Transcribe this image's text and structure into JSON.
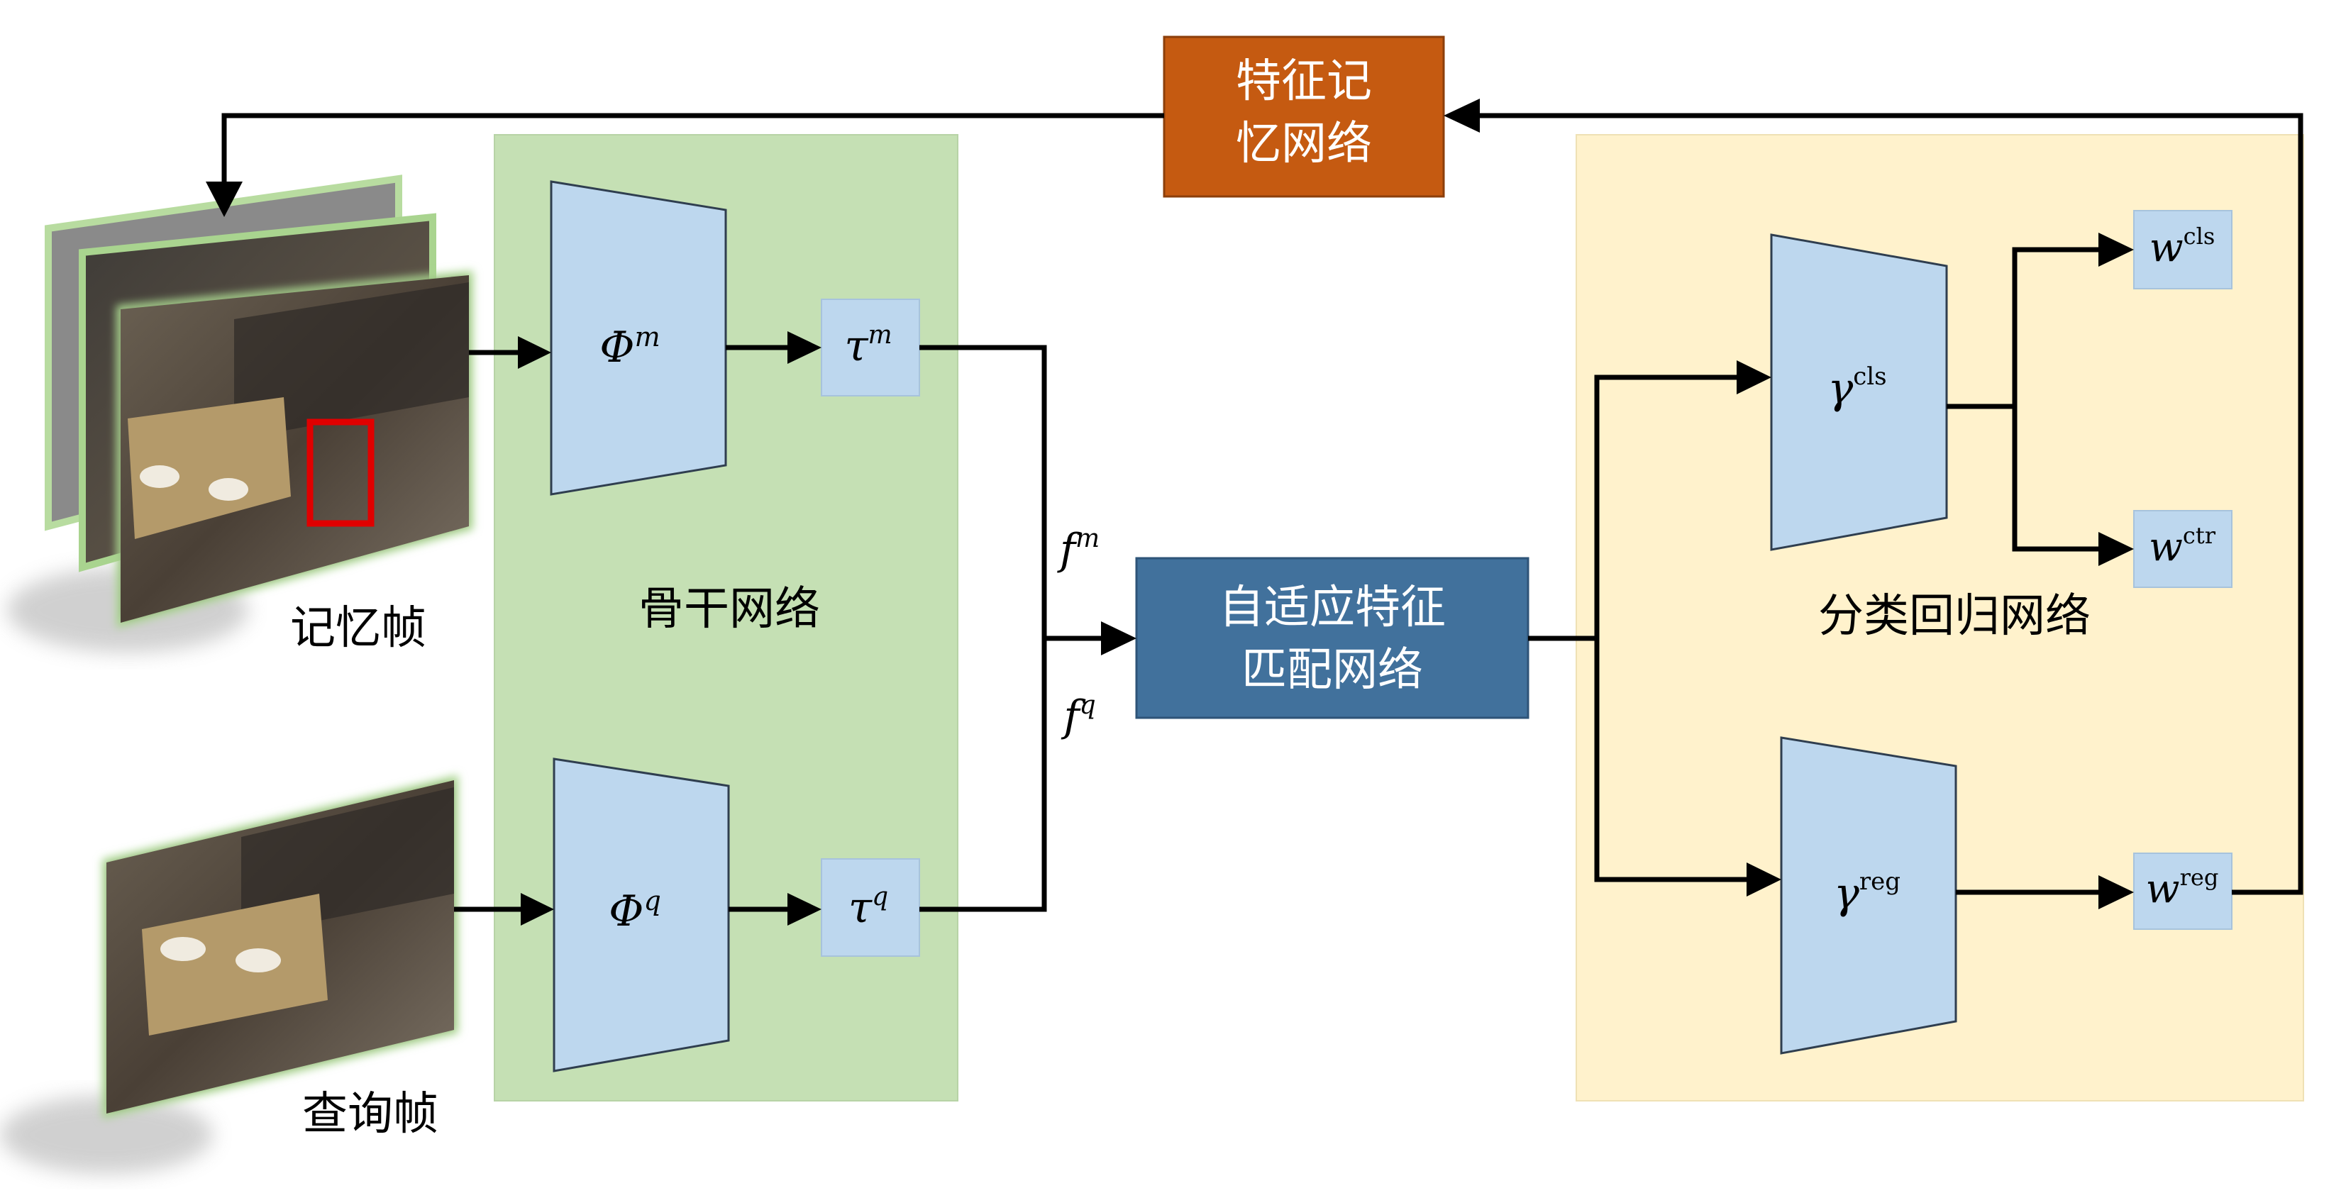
{
  "colors": {
    "backbone_bg": "#c5e0b4",
    "head_bg": "#fff2cc",
    "memory_box": "#c55a11",
    "matching_box": "#41719c",
    "encoder_fill": "#bdd7ee",
    "line": "#000000"
  },
  "frames": {
    "memory_label": "记忆帧",
    "query_label": "查询帧"
  },
  "memory_network": {
    "line1": "特征记",
    "line2": "忆网络"
  },
  "backbone": {
    "label": "骨干网络",
    "encoder_memory": {
      "base": "Φ",
      "sup": "m"
    },
    "encoder_query": {
      "base": "Φ",
      "sup": "q"
    },
    "tau_memory": {
      "base": "τ",
      "sup": "m"
    },
    "tau_query": {
      "base": "τ",
      "sup": "q"
    }
  },
  "features": {
    "f_memory": {
      "base": "f",
      "sup": "m"
    },
    "f_query": {
      "base": "f",
      "sup": "q"
    }
  },
  "matching_network": {
    "line1": "自适应特征",
    "line2": "匹配网络"
  },
  "head": {
    "label": "分类回归网络",
    "cls_branch": {
      "base": "γ",
      "sup": "cls"
    },
    "reg_branch": {
      "base": "γ",
      "sup": "reg"
    },
    "w_cls": {
      "base": "w",
      "sup": "cls"
    },
    "w_ctr": {
      "base": "w",
      "sup": "ctr"
    },
    "w_reg": {
      "base": "w",
      "sup": "reg"
    }
  }
}
